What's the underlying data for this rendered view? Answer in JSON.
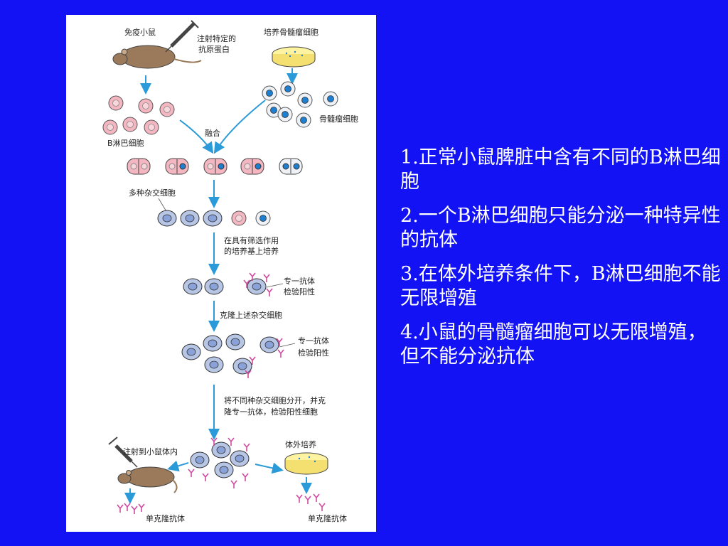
{
  "diagram": {
    "labels": {
      "immunized_mouse": "免疫小鼠",
      "inject_antigen_1": "注射特定的",
      "inject_antigen_2": "抗原蛋白",
      "myeloma_culture": "培养骨髓瘤细胞",
      "myeloma_cells": "骨髓瘤细胞",
      "b_cells": "B淋巴细胞",
      "fusion": "融合",
      "hybrid_cells": "多种杂交细胞",
      "selective_medium_1": "在具有筛选作用",
      "selective_medium_2": "的培养基上培养",
      "antibody_positive_1a": "专一抗体",
      "antibody_positive_1b": "检验阳性",
      "clone_hybrids": "克隆上述杂交细胞",
      "antibody_positive_2a": "专一抗体",
      "antibody_positive_2b": "检验阳性",
      "separate_1": "将不同种杂交细胞分开，并克",
      "separate_2": "隆专一抗体，检验阳性细胞",
      "inject_mouse": "注射到小鼠体内",
      "in_vitro": "体外培养",
      "mab_left": "单克隆抗体",
      "mab_right": "单克隆抗体"
    }
  },
  "points": [
    "1.正常小鼠脾脏中含有不同的B淋巴细胞",
    "2.一个B淋巴细胞只能分泌一种特异性的抗体",
    "3.在体外培养条件下，B淋巴细胞不能无限增殖",
    "4.小鼠的骨髓瘤细胞可以无限增殖，但不能分泌抗体"
  ]
}
